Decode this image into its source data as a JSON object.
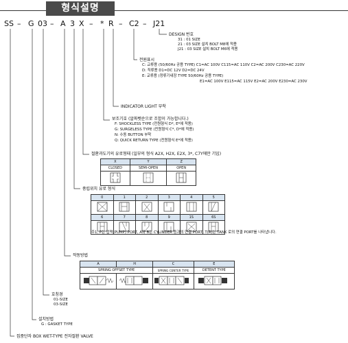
{
  "title": "형식설명",
  "code": [
    "SS",
    "–",
    "G",
    "03",
    "–",
    "A",
    "3",
    "X",
    "–",
    "*",
    "R",
    "–",
    "C2",
    "–",
    "J21"
  ],
  "design": {
    "heading": "DESIGN 번호",
    "items": [
      "31 : 01 SIZE",
      "21 : 03 SIZE 설치 BOLT M8에 적용",
      "J21 : 03 SIZE 설치 BOLT M6에 적용"
    ]
  },
  "power": {
    "heading": "전원표시",
    "lines": [
      "C: 교류용 (50/60Hz 공용 TYPE)   C1=AC 100V C115=AC 110V    C2=AC 200V C230=AC 220V",
      "D: 직류용                                               D1=DC 12V  D2=DC 24V",
      "E: 교류용 (정류기내장 TYPE 50/60Hz 공용 TYPE)",
      "E1=AC 100V E115=AC 115V    E2=AC 200V E230=AC 230V"
    ]
  },
  "indicator": "INDICATOR LIGHT 부착",
  "aux": {
    "heading": "보조기호 (알파벳순으로 조합이 가능합니다.)",
    "lines": [
      "F: SHOCKLESS TYPE (전원형식 D*, E*에 적용)",
      "G: SURGELESS TYPE (전원형식 C*, D*에 적용)",
      "N: 수동 BUTTON 부착",
      "Q: QUICK RETURN TYPE (전원형식 E*에 적용)"
    ]
  },
  "transition": {
    "heading": "절환과도기의 유로형태 (일부의 형식 A2X, H2X, E2X, 3*, C7Y에만 기입)",
    "letters": [
      "X",
      "Y",
      "Z"
    ],
    "names": [
      "CLOSED",
      "SEMI-OPEN",
      "OPEN"
    ]
  },
  "center": {
    "heading": "중립위치 유로 형식",
    "row1": [
      "0",
      "1",
      "2",
      "3",
      "4",
      "5"
    ],
    "row2": [
      "6",
      "7",
      "8",
      "9",
      "1S",
      "6S"
    ]
  },
  "note": "주1, P는 압력(PUMP) PORT, A와 B는 CYLINDER 등과의 연결 PORT, T(R)는 TANK 로의 연결 PORT를 나타냅니다.",
  "operation": {
    "heading": "작동방법",
    "letters": [
      "A",
      "H",
      "C",
      "E"
    ],
    "names": [
      "SPRING OFFSET TYPE",
      "SPRING CENTER TYPE",
      "DETENT TYPE"
    ]
  },
  "nominal": {
    "heading": "호칭경",
    "items": [
      "01-SIZE",
      "03-SIZE"
    ]
  },
  "mount": {
    "heading": "설치방법",
    "items": [
      "G : GASKET TYPE"
    ]
  },
  "series": "집중단자 BOX WET-TYPE 전자절환 VALVE"
}
